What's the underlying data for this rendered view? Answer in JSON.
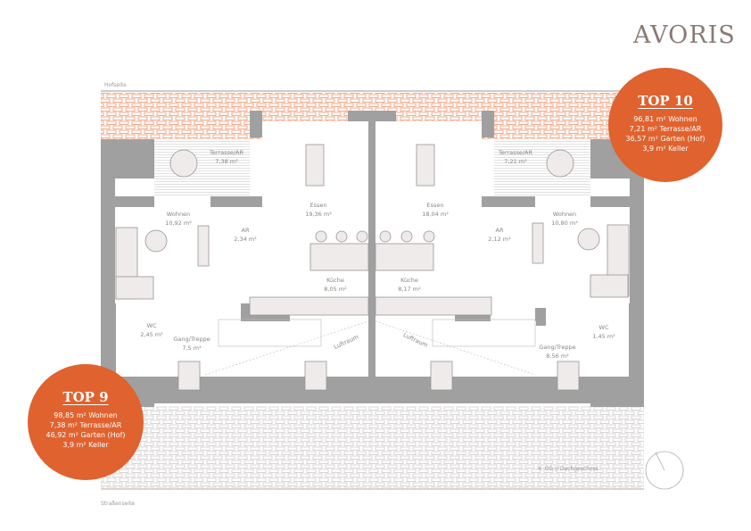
{
  "brand": "AVORIS",
  "labels": {
    "top_side": "Hofseite",
    "bottom_side": "Straßenseite",
    "floor": "4. OG // Dachgeschoss"
  },
  "top10": {
    "title": "TOP 10",
    "lines": [
      "96,81 m² Wohnen",
      "7,21 m² Terrasse/AR",
      "36,57 m² Garten (Hof)",
      "3,9 m² Keller"
    ]
  },
  "top9": {
    "title": "TOP 9",
    "lines": [
      "98,85 m² Wohnen",
      "7,38 m² Terrasse/AR",
      "46,92 m² Garten (Hof)",
      "3,9 m² Keller"
    ]
  },
  "rooms_left": {
    "terrasse": {
      "name": "Terrasse/AR",
      "area": "7,38 m²"
    },
    "wohnen": {
      "name": "Wohnen",
      "area": "10,92 m²"
    },
    "ar": {
      "name": "AR",
      "area": "2,34 m²"
    },
    "essen": {
      "name": "Essen",
      "area": "19,36 m²"
    },
    "kueche": {
      "name": "Küche",
      "area": "8,05 m²"
    },
    "wc": {
      "name": "WC",
      "area": "2,45 m²"
    },
    "gang": {
      "name": "Gang/Treppe",
      "area": "7,5 m²"
    },
    "luftraum": "Luftraum"
  },
  "rooms_right": {
    "terrasse": {
      "name": "Terrasse/AR",
      "area": "7,21 m²"
    },
    "wohnen": {
      "name": "Wohnen",
      "area": "10,80 m²"
    },
    "ar": {
      "name": "AR",
      "area": "2,12 m²"
    },
    "essen": {
      "name": "Essen",
      "area": "18,04 m²"
    },
    "kueche": {
      "name": "Küche",
      "area": "8,17 m²"
    },
    "wc": {
      "name": "WC",
      "area": "1,45 m²"
    },
    "gang": {
      "name": "Gang/Treppe",
      "area": "8,56 m²"
    },
    "luftraum": "Luftraum"
  },
  "colors": {
    "accent": "#e0622e",
    "wall": "#a0a0a0",
    "furniture": "#efebea"
  }
}
